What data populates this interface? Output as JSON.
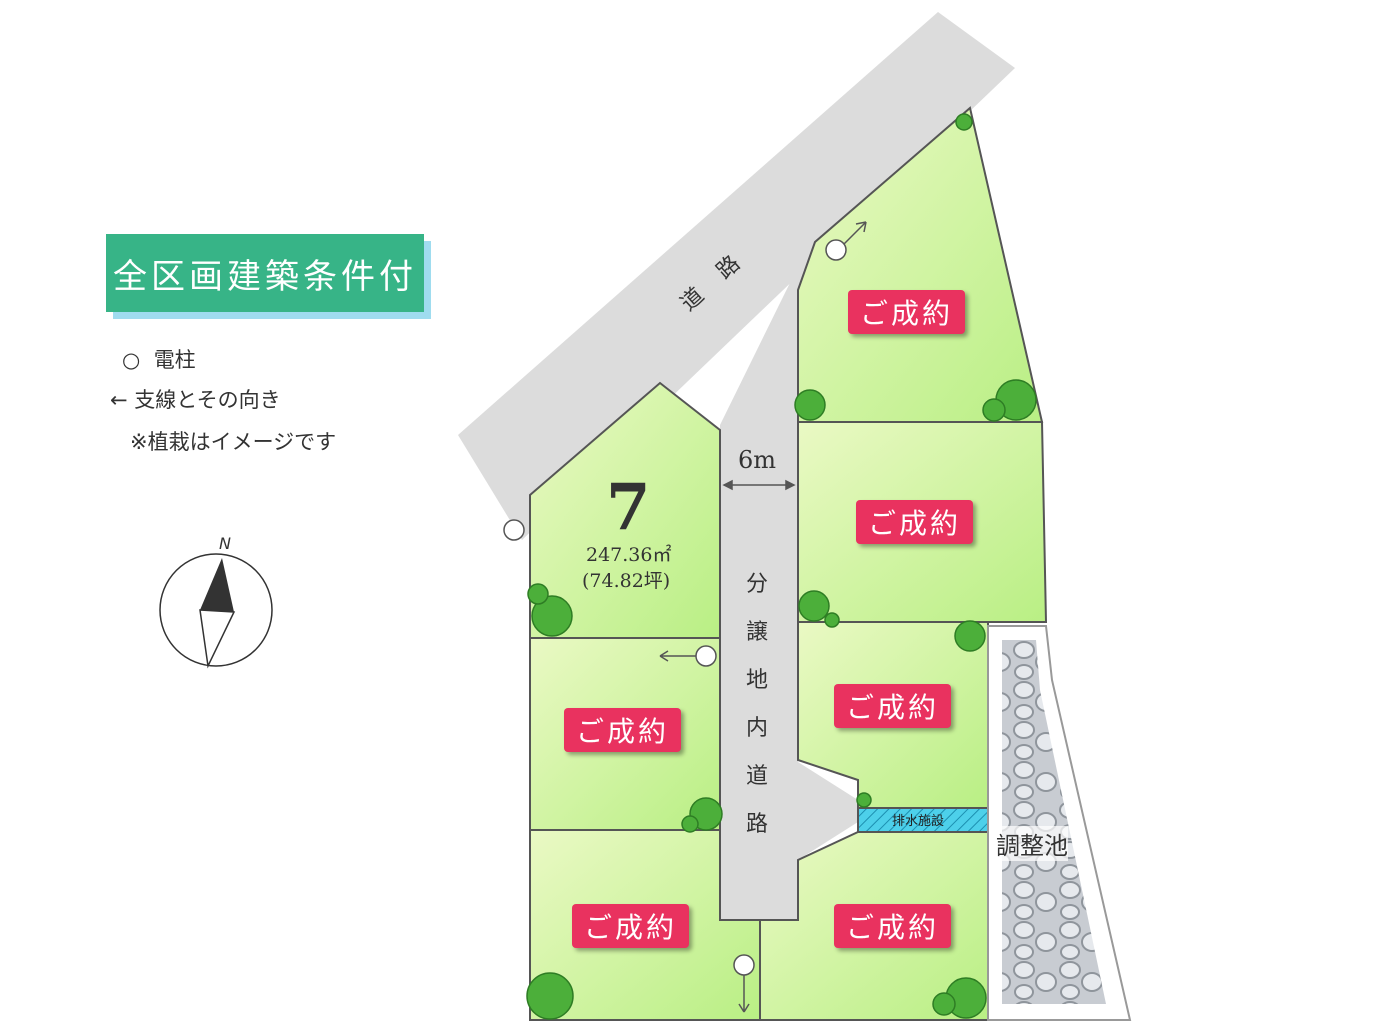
{
  "header": {
    "badge_label": "全区画建築条件付"
  },
  "legend": {
    "pole_label": "電柱",
    "guy_wire_label": "支線とその向き",
    "note": "※植栽はイメージです"
  },
  "compass": {
    "north_label": "N"
  },
  "road": {
    "main_label_1": "道",
    "main_label_2": "路",
    "width_label": "6m",
    "internal_chars": [
      "分",
      "譲",
      "地",
      "内",
      "道",
      "路"
    ]
  },
  "lot7": {
    "number": "7",
    "area_sqm": "247.36㎡",
    "area_tsubo": "(74.82坪)"
  },
  "sold_label": "ご成約",
  "facilities": {
    "drainage_label": "排水施設",
    "pond_label": "調整池"
  },
  "colors": {
    "lot_green": "#d7f5a8",
    "road_gray": "#dedede",
    "badge": "#37b487",
    "sold": "#e9325f",
    "drain": "#3cc8e6"
  }
}
